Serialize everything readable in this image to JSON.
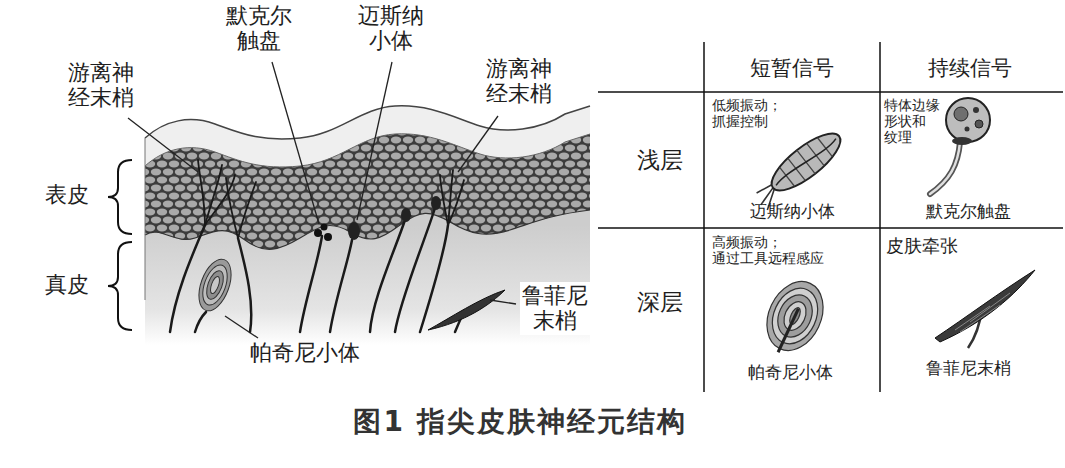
{
  "diagram": {
    "caption": "图1 指尖皮肤神经元结构",
    "labels": [
      "游离神 经末梢",
      "默克尔 触盘",
      "迈斯纳 小体",
      "游离神 经末梢",
      "表皮",
      "真皮",
      "鲁菲尼 末梢",
      "帕奇尼小体",
      "短暂信号",
      "持续信号",
      "浅层",
      "深层",
      "低频振动； 抓握控制",
      "迈斯纳小体",
      "特体边缘 形状和 纹理",
      "默克尔触盘",
      "高频振动； 通过工具远程感应",
      "皮肤牵张",
      "帕奇尼小体",
      "鲁菲尼末梢"
    ]
  }
}
